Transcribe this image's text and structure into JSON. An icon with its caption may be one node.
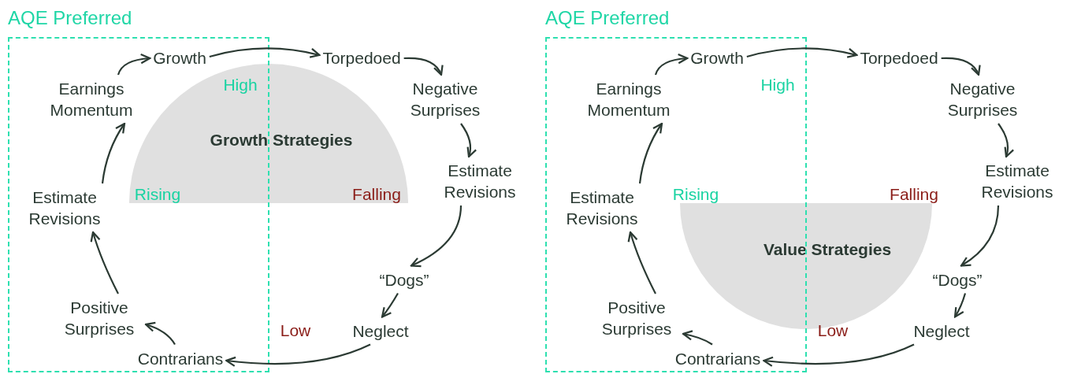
{
  "diagram": {
    "nodes": [
      {
        "text": [
          "AQE Preferred"
        ]
      },
      {
        "text": [
          "Growth"
        ],
        "in": 0
      },
      {
        "text": [
          "Torpedoed"
        ]
      },
      {
        "text": [
          "Earnings Momentum"
        ],
        "in": 0
      },
      {
        "text": [
          "Negative Surprises"
        ]
      },
      {
        "text": [
          "Growth Strategies"
        ]
      },
      {
        "text": [
          "Estimate Revisions"
        ]
      },
      {
        "text": [
          "Estimate Revisions"
        ],
        "in": 0
      },
      {
        "text": [
          "“Dogs”"
        ]
      },
      {
        "text": [
          "Positive Surprises"
        ],
        "in": 0
      },
      {
        "text": [
          "Neglect"
        ]
      },
      {
        "text": [
          "Contrarians"
        ],
        "in": 0
      },
      {
        "text": [
          "AQE Preferred"
        ]
      },
      {
        "text": [
          "Growth"
        ],
        "in": 12
      },
      {
        "text": [
          "Torpedoed"
        ]
      },
      {
        "text": [
          "Earnings Momentum"
        ],
        "in": 12
      },
      {
        "text": [
          "Negative Surprises"
        ]
      },
      {
        "text": [
          "Value Strategies"
        ]
      },
      {
        "text": [
          "Estimate Revisions"
        ]
      },
      {
        "text": [
          "Estimate Revisions"
        ],
        "in": 12
      },
      {
        "text": [
          "“Dogs”"
        ]
      },
      {
        "text": [
          "Positive Surprises"
        ],
        "in": 12
      },
      {
        "text": [
          "Neglect"
        ]
      },
      {
        "text": [
          "Contrarians"
        ],
        "in": 12
      }
    ],
    "edges": [
      {
        "from": 1,
        "to": 2,
        "arrow": "to"
      },
      {
        "from": 2,
        "to": 4,
        "arrow": "to"
      },
      {
        "from": 4,
        "to": 6,
        "arrow": "to"
      },
      {
        "from": 6,
        "to": 8,
        "arrow": "to"
      },
      {
        "from": 8,
        "to": 10,
        "arrow": "to"
      },
      {
        "from": 10,
        "to": 11,
        "arrow": "to"
      },
      {
        "from": 11,
        "to": 9,
        "arrow": "to"
      },
      {
        "from": 9,
        "to": 7,
        "arrow": "to"
      },
      {
        "from": 7,
        "to": 3,
        "arrow": "to"
      },
      {
        "from": 3,
        "to": 1,
        "arrow": "to"
      },
      {
        "from": 13,
        "to": 14,
        "arrow": "to"
      },
      {
        "from": 14,
        "to": 16,
        "arrow": "to"
      },
      {
        "from": 16,
        "to": 18,
        "arrow": "to"
      },
      {
        "from": 18,
        "to": 20,
        "arrow": "to"
      },
      {
        "from": 20,
        "to": 22,
        "arrow": "to"
      },
      {
        "from": 22,
        "to": 23,
        "arrow": "to"
      },
      {
        "from": 23,
        "to": 21,
        "arrow": "to"
      },
      {
        "from": 21,
        "to": 19,
        "arrow": "to"
      },
      {
        "from": 19,
        "to": 15,
        "arrow": "to"
      },
      {
        "from": 15,
        "to": 13,
        "arrow": "to"
      }
    ],
    "labels": [
      "High",
      "Rising",
      "Falling",
      "Low",
      "High",
      "Rising",
      "Falling",
      "Low"
    ]
  }
}
